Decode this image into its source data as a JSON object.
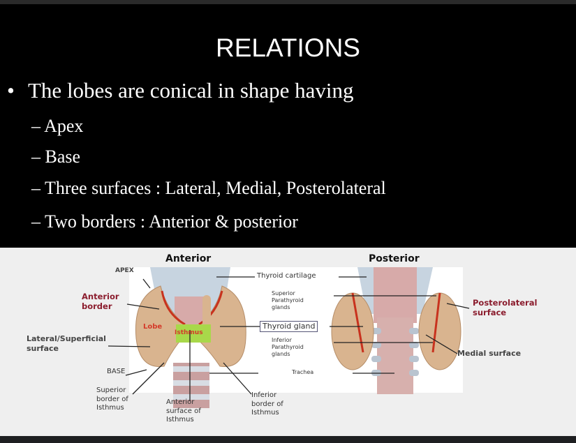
{
  "slide": {
    "title": "RELATIONS",
    "bullet": "The lobes are conical in shape having",
    "sub_items": [
      "– Apex",
      "– Base",
      "– Three surfaces :  Lateral, Medial, Posterolateral",
      "– Two borders : Anterior & posterior"
    ]
  },
  "diagram": {
    "anterior_heading": "Anterior",
    "posterior_heading": "Posterior",
    "labels": {
      "apex": "APEX",
      "anterior_border": [
        "Anterior",
        "border"
      ],
      "lateral_surface": [
        "Lateral/Superficial",
        "surface"
      ],
      "base": "BASE",
      "superior_border_isthmus": [
        "Superior",
        "border of",
        "Isthmus"
      ],
      "anterior_surface_isthmus": [
        "Anterior",
        "surface of",
        "Isthmus"
      ],
      "inferior_border_isthmus": [
        "Inferior",
        "border of",
        "Isthmus"
      ],
      "lobe": "Lobe",
      "isthmus": "Isthmus",
      "thyroid_cartilage": "Thyroid cartilage",
      "superior_parathyroid": [
        "Superior",
        "Parathyroid",
        "glands"
      ],
      "thyroid_gland": "Thyroid gland",
      "inferior_parathyroid": [
        "Inferior",
        "Parathyroid",
        "glands"
      ],
      "trachea": "Trachea",
      "posterolateral_surface": [
        "Posterolateral",
        "surface"
      ],
      "medial_surface": "Medial surface"
    }
  },
  "colors": {
    "slide_bg": "#000000",
    "diagram_bg": "#efefef",
    "label_red": "#8b1d2e",
    "gland": "#d9b48f",
    "isthmus_green": "#a8d84a"
  }
}
